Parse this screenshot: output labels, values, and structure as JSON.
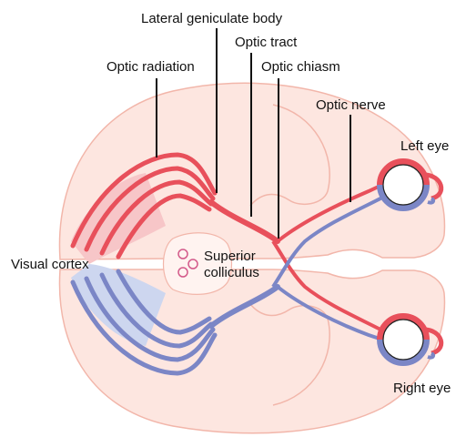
{
  "labels": {
    "lateral_geniculate_body": "Lateral geniculate body",
    "optic_tract": "Optic tract",
    "optic_radiation": "Optic radiation",
    "optic_chiasm": "Optic chiasm",
    "optic_nerve": "Optic nerve",
    "left_eye": "Left eye",
    "right_eye": "Right eye",
    "visual_cortex": "Visual cortex",
    "superior_colliculus_line1": "Superior",
    "superior_colliculus_line2": "colliculus"
  },
  "colors": {
    "brain_fill": "#fde6e0",
    "brain_outline": "#f2b6aa",
    "red_pathway": "#e8505b",
    "red_fill": "#f7c6c8",
    "blue_pathway": "#7b86c6",
    "blue_fill": "#cdd6ef",
    "colliculus": "#d35a8a"
  }
}
